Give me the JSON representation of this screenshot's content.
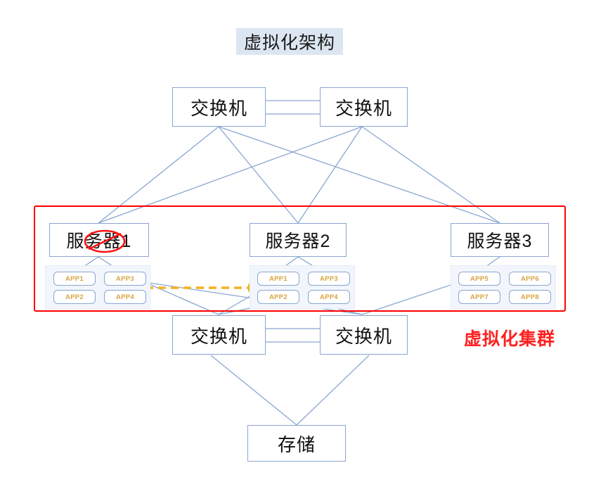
{
  "title": {
    "text": "虚拟化架构",
    "background": "#dce6f2"
  },
  "diagram": {
    "type": "network-architecture",
    "accent_colors": {
      "node_border": "#8aa6d0",
      "link": "#8aa6d0",
      "cluster_frame": "#ff0000",
      "cluster_caption": "#ff2020",
      "app_text": "#d9a441",
      "migration_arrow": "#f4b223",
      "app_panel_bg": "#f2f6fc"
    },
    "nodes": {
      "top_switch_left": {
        "label": "交换机"
      },
      "top_switch_right": {
        "label": "交换机"
      },
      "server1": {
        "label": "服务器1",
        "status": "failed",
        "status_mark": "red-cross-out-ellipse"
      },
      "server2": {
        "label": "服务器2",
        "status": "ok"
      },
      "server3": {
        "label": "服务器3",
        "status": "ok"
      },
      "bottom_switch_left": {
        "label": "交换机"
      },
      "bottom_switch_right": {
        "label": "交换机"
      },
      "storage": {
        "label": "存储"
      }
    },
    "app_groups": [
      {
        "host": "server1",
        "apps": [
          "APP1",
          "APP3",
          "APP2",
          "APP4"
        ]
      },
      {
        "host": "server2",
        "apps": [
          "APP1",
          "APP3",
          "APP2",
          "APP4"
        ]
      },
      {
        "host": "server3",
        "apps": [
          "APP5",
          "APP6",
          "APP7",
          "APP8"
        ]
      }
    ],
    "cluster": {
      "caption": "虚拟化集群",
      "members": [
        "服务器1",
        "服务器2",
        "服务器3"
      ]
    },
    "migration": {
      "from": "server1",
      "to": "server2",
      "style": "dashed-arrow",
      "color": "#f4b223"
    }
  }
}
